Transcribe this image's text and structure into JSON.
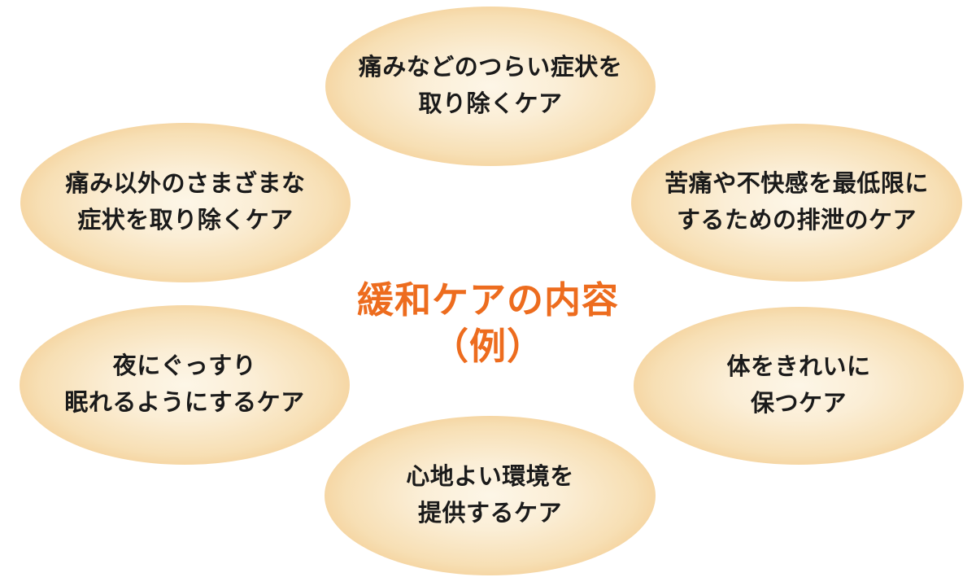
{
  "diagram": {
    "title": {
      "line1": "緩和ケアの内容",
      "line2": "（例）"
    },
    "ellipses": [
      {
        "position": "top-center",
        "line1": "痛みなどのつらい症状を",
        "line2": "取り除くケア"
      },
      {
        "position": "upper-left",
        "line1": "痛み以外のさまざまな",
        "line2": "症状を取り除くケア"
      },
      {
        "position": "upper-right",
        "line1": "苦痛や不快感を最低限に",
        "line2": "するための排泄のケア"
      },
      {
        "position": "lower-left",
        "line1": "夜にぐっすり",
        "line2": "眠れるようにするケア"
      },
      {
        "position": "lower-right",
        "line1": "体をきれいに",
        "line2": "保つケア"
      },
      {
        "position": "bottom-center",
        "line1": "心地よい環境を",
        "line2": "提供するケア"
      }
    ],
    "colors": {
      "title_orange": "#ed6c1e",
      "ellipse_rim": "#efbb77",
      "ellipse_center": "#fdf6e7",
      "text": "#1a1a1a",
      "background": "#ffffff"
    }
  }
}
